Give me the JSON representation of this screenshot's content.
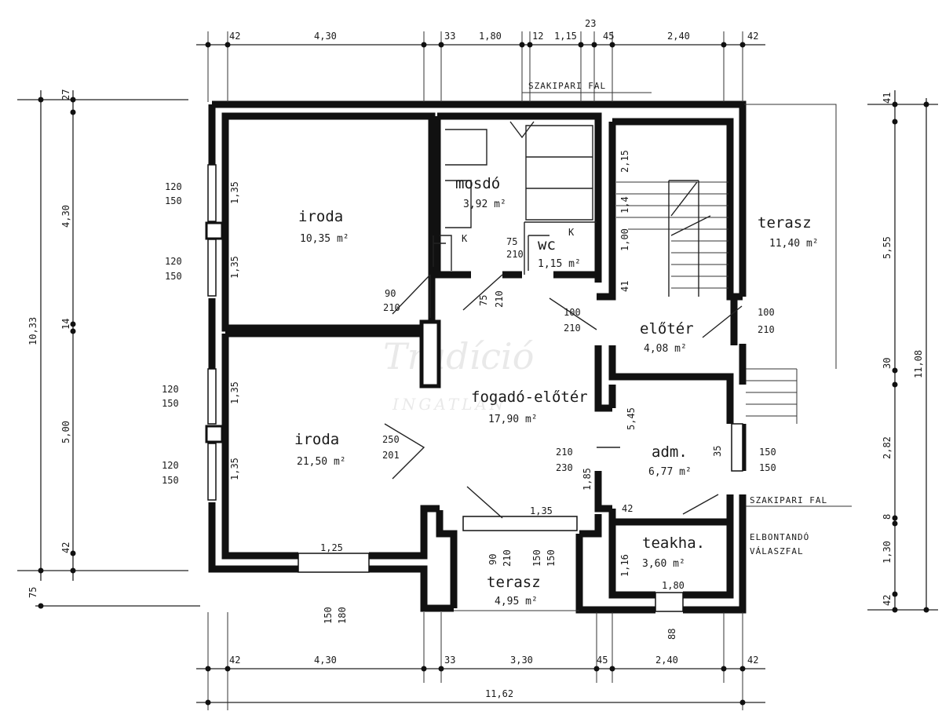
{
  "rooms": {
    "iroda1": {
      "name": "iroda",
      "area": "10,35 m²"
    },
    "mosdo": {
      "name": "mosdó",
      "area": "3,92 m²"
    },
    "wc": {
      "name": "wc",
      "area": "1,15 m²"
    },
    "terasz1": {
      "name": "terasz",
      "area": "11,40 m²"
    },
    "eloter": {
      "name": "előtér",
      "area": "4,08 m²"
    },
    "fogado": {
      "name": "fogadó-előtér",
      "area": "17,90 m²"
    },
    "iroda2": {
      "name": "iroda",
      "area": "21,50 m²"
    },
    "adm": {
      "name": "adm.",
      "area": "6,77 m²"
    },
    "teakha": {
      "name": "teakha.",
      "area": "3,60 m²"
    },
    "terasz2": {
      "name": "terasz",
      "area": "4,95 m²"
    }
  },
  "notes": {
    "szakipari_top": "SZAKIPARI FAL",
    "szakipari_right": "SZAKIPARI FAL",
    "elbontando_1": "ELBONTANDÓ",
    "elbontando_2": "VÁLASZFAL"
  },
  "dims_top": [
    "42",
    "4,30",
    "33",
    "1,80",
    "12",
    "1,15",
    "23",
    "45",
    "2,40",
    "42"
  ],
  "dims_bottom": [
    "42",
    "4,30",
    "33",
    "3,30",
    "45",
    "2,40",
    "42"
  ],
  "dim_total_bottom": "11,62",
  "dims_left": [
    "27",
    "4,30",
    "14",
    "5,00",
    "42",
    "75"
  ],
  "dim_total_left": "10,33",
  "dims_right": [
    "41",
    "5,55",
    "30",
    "2,82",
    "8",
    "1,30",
    "42"
  ],
  "dim_total_right": "11,08",
  "openings": {
    "w1_top": "120",
    "w1_bot": "150",
    "w1_side": "1,35",
    "w2_top": "120",
    "w2_bot": "150",
    "w2_side": "1,35",
    "w3_top": "120",
    "w3_bot": "150",
    "w3_side": "1,35",
    "w4_top": "120",
    "w4_bot": "150",
    "w4_side": "1,35",
    "d_iroda_top": "90",
    "d_iroda_bot": "210",
    "d_mosdo_a": "75",
    "d_mosdo_b": "210",
    "d_wc_a": "75",
    "d_wc_b": "210",
    "d_mosdo_side": "75",
    "d_mosdo_side2": "210",
    "d_eloter_top": "100",
    "d_eloter_bot": "210",
    "d_terasz_top": "100",
    "d_terasz_bot": "210",
    "d_iroda2_top": "250",
    "d_iroda2_bot": "201",
    "d_adm_top": "210",
    "d_adm_bot": "230",
    "d_adm_side": "1,85",
    "w_adm_top": "150",
    "w_adm_bot": "150",
    "w_adm_side": "35",
    "stair_a": "2,15",
    "stair_b": "1,4",
    "stair_c": "1,00",
    "stair_d": "41",
    "f_245": "5,45",
    "bot_w1": "1,25",
    "bot_w2": "1,35",
    "bot_w3": "1,80",
    "bot_door_a": "90",
    "bot_door_b": "210",
    "bot_door_c": "150",
    "bot_door_d": "150",
    "bot_win_a": "150",
    "bot_win_b": "180",
    "teakha_side": "1,16",
    "kis_42": "42",
    "bot_88": "88",
    "k1": "K",
    "k2": "K"
  },
  "watermark": {
    "line1": "Tradíció",
    "line2": "INGATLAN"
  }
}
